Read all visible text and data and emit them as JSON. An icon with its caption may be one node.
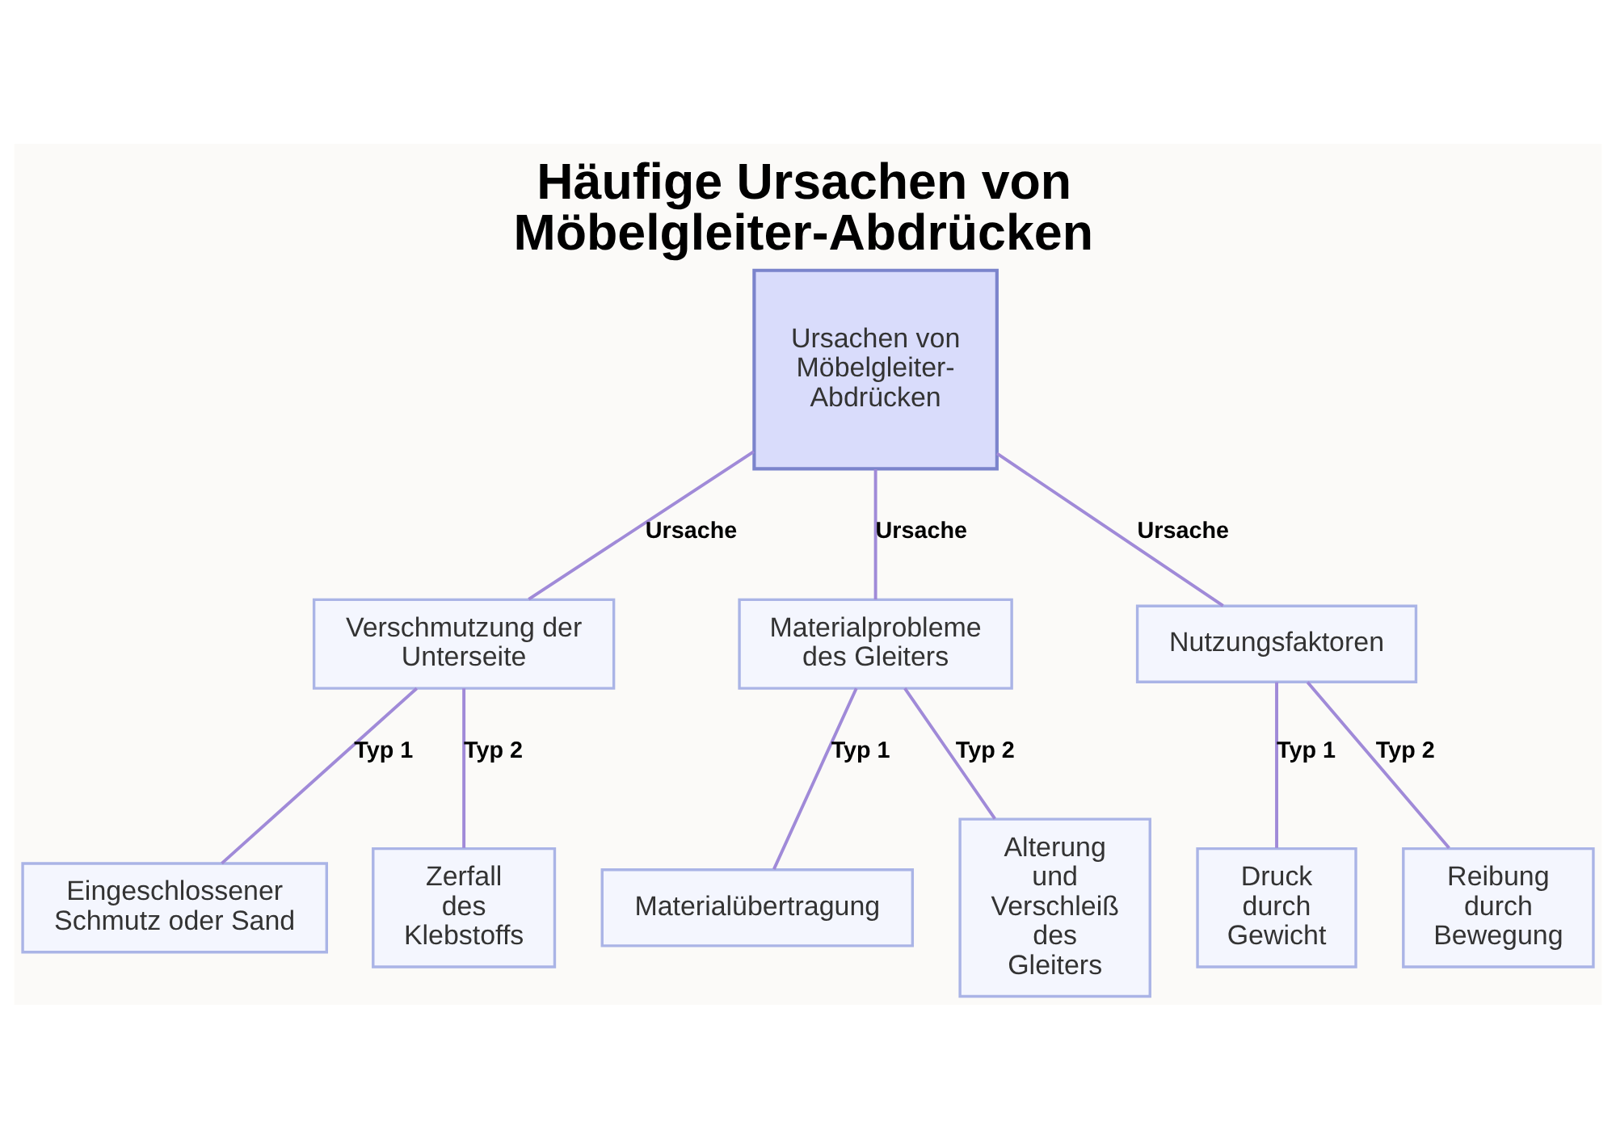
{
  "diagram": {
    "title": "Häufige Ursachen von Möbelgleiter-Abdrücken",
    "nodes": [
      {
        "text": [
          "Ursachen von Möbelgleiter-Abdrücken"
        ]
      },
      {
        "text": [
          "Verschmutzung der Unterseite"
        ]
      },
      {
        "text": [
          "Materialprobleme des Gleiters"
        ]
      },
      {
        "text": [
          "Nutzungsfaktoren"
        ]
      },
      {
        "text": [
          "Eingeschlossener Schmutz oder Sand"
        ]
      },
      {
        "text": [
          "Zerfall des Klebstoffs"
        ]
      },
      {
        "text": [
          "Materialübertragung"
        ]
      },
      {
        "text": [
          "Alterung und Verschleiß des Gleiters"
        ]
      },
      {
        "text": [
          "Druck durch Gewicht"
        ]
      },
      {
        "text": [
          "Reibung durch Bewegung"
        ]
      }
    ],
    "edges": [
      {
        "from": 0,
        "to": 1,
        "arrow": "none",
        "label": "Ursache"
      },
      {
        "from": 0,
        "to": 2,
        "arrow": "none",
        "label": "Ursache"
      },
      {
        "from": 0,
        "to": 3,
        "arrow": "none",
        "label": "Ursache"
      },
      {
        "from": 1,
        "to": 4,
        "arrow": "none",
        "label": "Typ 1"
      },
      {
        "from": 1,
        "to": 5,
        "arrow": "none",
        "label": "Typ 2"
      },
      {
        "from": 2,
        "to": 6,
        "arrow": "none",
        "label": "Typ 1"
      },
      {
        "from": 2,
        "to": 7,
        "arrow": "none",
        "label": "Typ 2"
      },
      {
        "from": 3,
        "to": 8,
        "arrow": "none",
        "label": "Typ 1"
      },
      {
        "from": 3,
        "to": 9,
        "arrow": "none",
        "label": "Typ 2"
      }
    ]
  }
}
